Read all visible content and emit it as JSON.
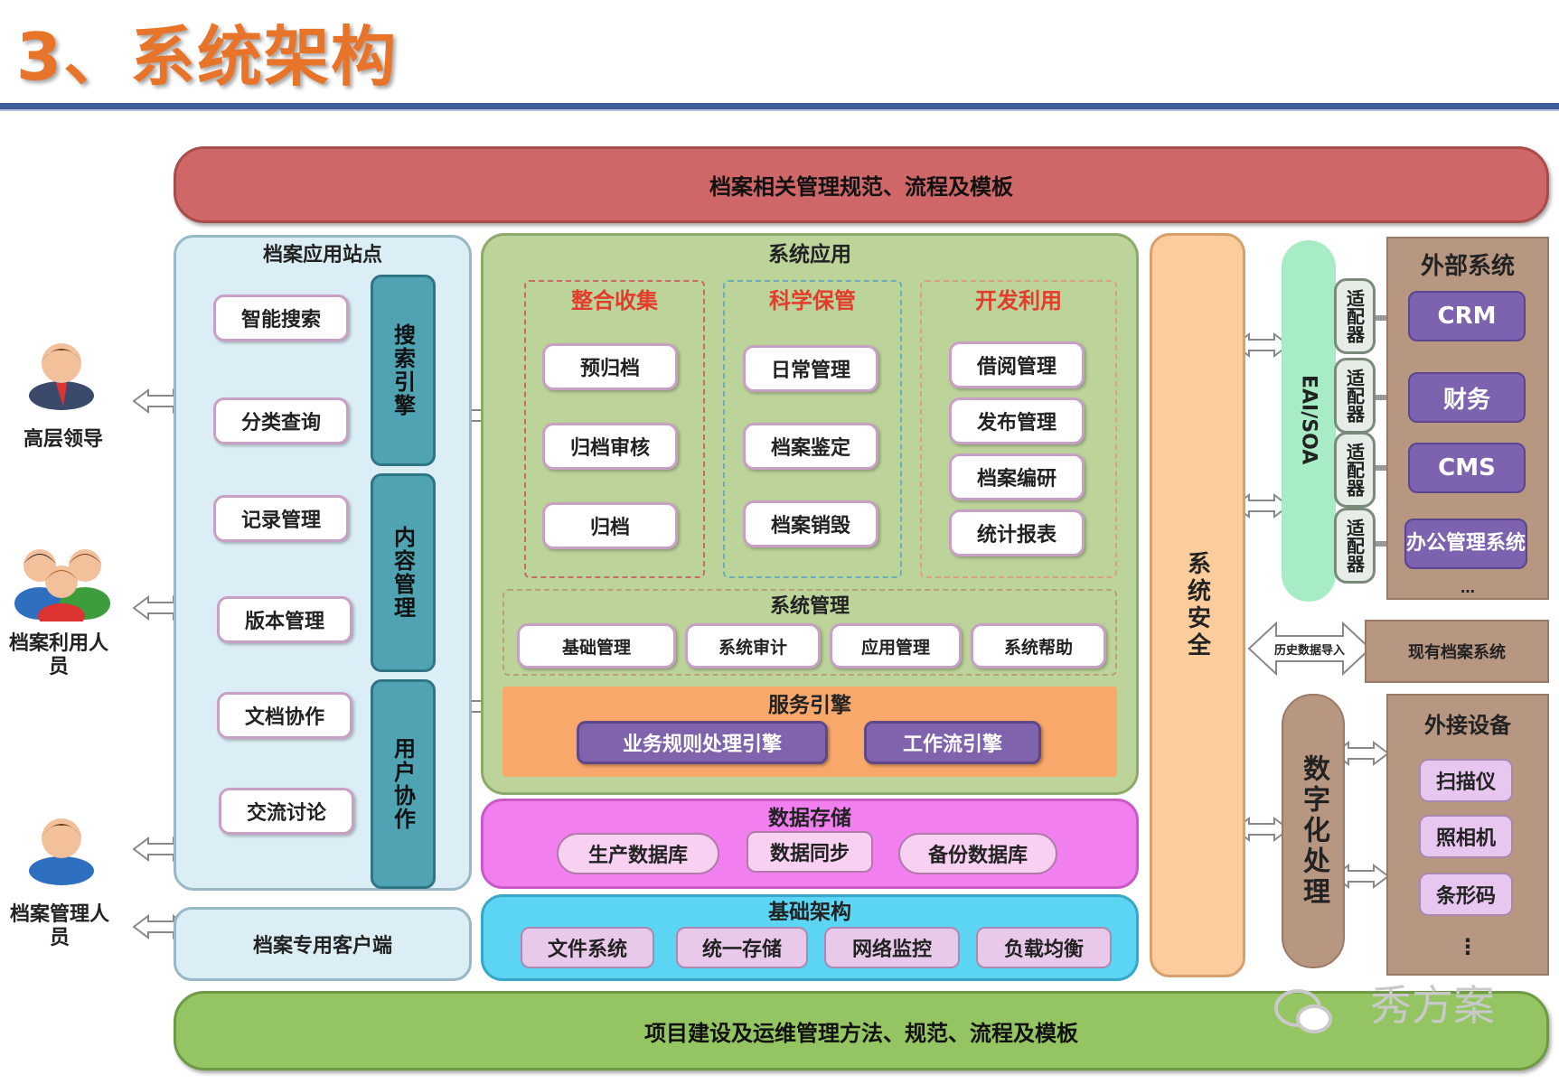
{
  "title": "3、系统架构",
  "top_band": "档案相关管理规范、流程及模板",
  "bottom_band": "项目建设及运维管理方法、规范、流程及模板",
  "users": [
    {
      "label": "高层领导"
    },
    {
      "label": "档案利用人员"
    },
    {
      "label": "档案管理人员"
    }
  ],
  "site": {
    "title": "档案应用站点",
    "items": [
      "智能搜索",
      "分类查询",
      "记录管理",
      "版本管理",
      "文档协作",
      "交流讨论"
    ],
    "vertical": [
      "搜索引擎",
      "内容管理",
      "用户协作"
    ],
    "client": "档案专用客户端"
  },
  "app": {
    "title": "系统应用",
    "groups": [
      {
        "title": "整合收集",
        "items": [
          "预归档",
          "归档审核",
          "归档"
        ]
      },
      {
        "title": "科学保管",
        "items": [
          "日常管理",
          "档案鉴定",
          "档案销毁"
        ]
      },
      {
        "title": "开发利用",
        "items": [
          "借阅管理",
          "发布管理",
          "档案编研",
          "统计报表"
        ]
      }
    ],
    "mgmt_title": "系统管理",
    "mgmt_items": [
      "基础管理",
      "系统审计",
      "应用管理",
      "系统帮助"
    ]
  },
  "service": {
    "title": "服务引擎",
    "items": [
      "业务规则处理引擎",
      "工作流引擎"
    ]
  },
  "storage": {
    "title": "数据存储",
    "items": [
      "生产数据库",
      "数据同步",
      "备份数据库"
    ]
  },
  "infra": {
    "title": "基础架构",
    "items": [
      "文件系统",
      "统一存储",
      "网络监控",
      "负载均衡"
    ]
  },
  "security": "系统安全",
  "eai": "EAI/SOA",
  "adapter": "适配器",
  "external": {
    "title": "外部系统",
    "items": [
      "CRM",
      "财务",
      "CMS",
      "办公管理系统"
    ],
    "more": "…"
  },
  "legacy": {
    "arrow_label": "历史数据导入",
    "label": "现有档案系统"
  },
  "digitization": "数字化处理",
  "devices": {
    "title": "外接设备",
    "items": [
      "扫描仪",
      "照相机",
      "条形码"
    ],
    "more": "⋮"
  },
  "watermark": "秀方案",
  "colors": {
    "title": "#e8742a",
    "top_band": "#cf6667",
    "bottom_band": "#95c562",
    "site_panel": "#dbeef5",
    "app_panel": "#bcd39a",
    "service": "#f8a86b",
    "storage": "#f27ff0",
    "infra": "#5bd5f3",
    "security": "#fbcc9c",
    "eai": "#a8ecc6",
    "external": "#b89782",
    "purple": "#7f63ad"
  }
}
